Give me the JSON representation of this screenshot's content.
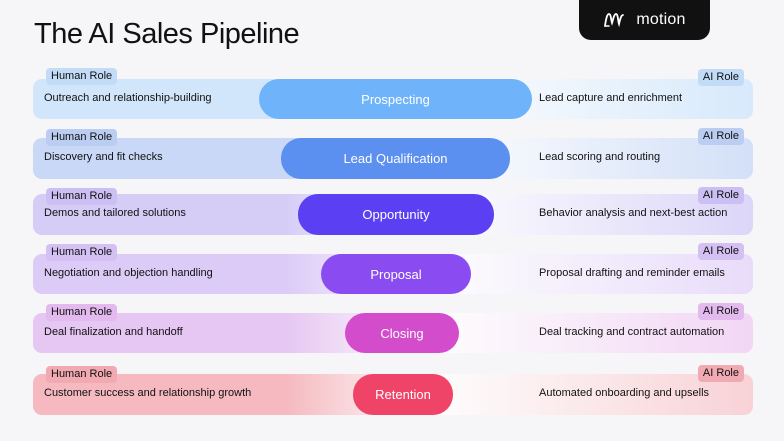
{
  "title": "The AI Sales Pipeline",
  "brand": {
    "name": "motion",
    "icon": "motion-logo-icon"
  },
  "labels": {
    "human": "Human Role",
    "ai": "AI Role"
  },
  "stages": [
    {
      "name": "Prospecting",
      "human": "Outreach and relationship-building",
      "ai": "Lead capture and enrichment",
      "color": "#6fb3fb"
    },
    {
      "name": "Lead Qualification",
      "human": "Discovery and fit checks",
      "ai": "Lead scoring and routing",
      "color": "#5b8ff0"
    },
    {
      "name": "Opportunity",
      "human": "Demos and tailored solutions",
      "ai": "Behavior analysis and next-best action",
      "color": "#5b3ff2"
    },
    {
      "name": "Proposal",
      "human": "Negotiation and objection handling",
      "ai": "Proposal drafting and reminder emails",
      "color": "#8a4cf0"
    },
    {
      "name": "Closing",
      "human": "Deal finalization and handoff",
      "ai": "Deal tracking and contract automation",
      "color": "#d24ccb"
    },
    {
      "name": "Retention",
      "human": "Customer success and relationship growth",
      "ai": "Automated onboarding and upsells",
      "color": "#ef4468"
    }
  ]
}
